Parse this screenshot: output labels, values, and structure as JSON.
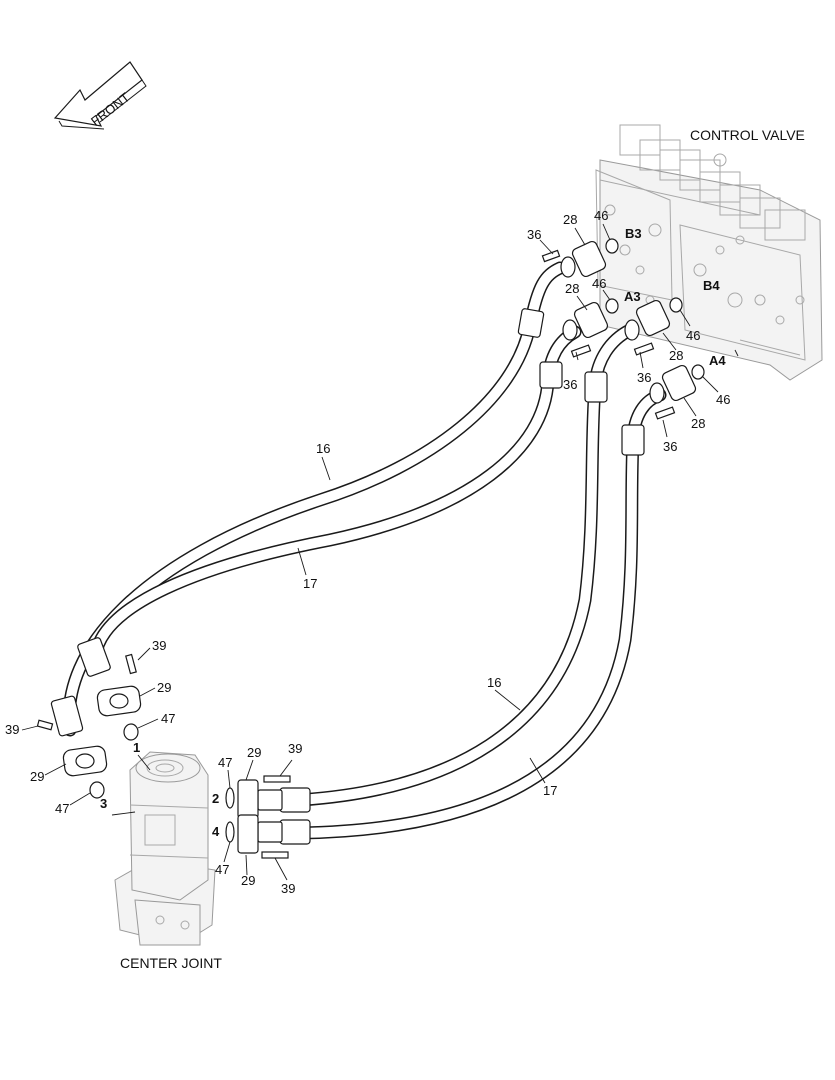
{
  "arrow": {
    "label": "FRONT"
  },
  "titles": {
    "control_valve": "CONTROL VALVE",
    "center_joint": "CENTER JOINT"
  },
  "ports": {
    "b3": "B3",
    "a3": "A3",
    "b4": "B4",
    "a4": "A4",
    "p1": "1",
    "p2": "2",
    "p3": "3",
    "p4": "4"
  },
  "callouts": {
    "c36a": "36",
    "c28a": "28",
    "c46a": "46",
    "c28b": "28",
    "c46b": "46",
    "c36b": "36",
    "c46c": "46",
    "c28c": "28",
    "c36c": "36",
    "c46d": "46",
    "c28d": "28",
    "c36d": "36",
    "c16a": "16",
    "c17a": "17",
    "c39a": "39",
    "c29a": "29",
    "c47a": "47",
    "c39b": "39",
    "c29b": "29",
    "c47b": "47",
    "c47c": "47",
    "c29c": "29",
    "c39c": "39",
    "c47d": "47",
    "c29d": "29",
    "c39d": "39",
    "c16b": "16",
    "c17b": "17"
  }
}
